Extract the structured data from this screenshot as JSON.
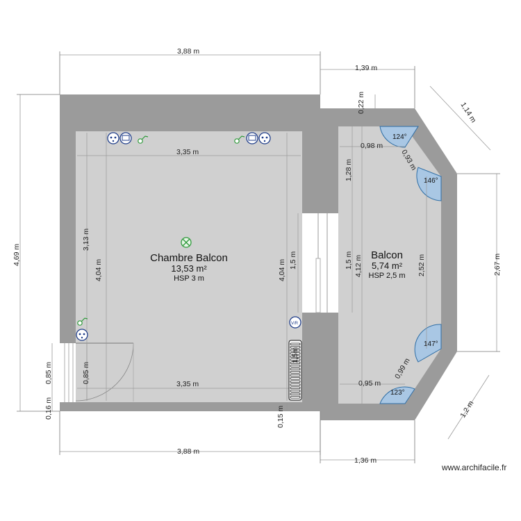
{
  "plan": {
    "rooms": [
      {
        "name": "Chambre Balcon",
        "area": "13,53 m²",
        "hsp": "HSP 3 m"
      },
      {
        "name": "Balcon",
        "area": "5,74 m²",
        "hsp": "HSP 2,5 m"
      }
    ],
    "dimensions": {
      "top_width": "3,88 m",
      "top_right_width": "1,39 m",
      "top_right_wall": "0,22 m",
      "diag_top_right": "1,14 m",
      "right_height": "2,67 m",
      "diag_bottom_right": "1,2 m",
      "bottom_right_width": "1,36 m",
      "bottom_width": "3,88 m",
      "bottom_wall": "0,15 m",
      "left_height": "4,69 m",
      "left_door": "0,85 m",
      "left_bottom_wall": "0,16 m",
      "room_top_width": "3,35 m",
      "room_bottom_width": "3,35 m",
      "room_left_upper": "3,13 m",
      "room_left_height": "4,04 m",
      "room_right_height": "4,04 m",
      "room_door_height": "1,5 m",
      "room_left_door": "0,85 m",
      "balcony_top": "1,28 m",
      "balcony_opening": "1,5 m",
      "balcony_height": "4,12 m",
      "balcony_right": "2,52 m",
      "balcony_top_width": "0,98 m",
      "balcony_diag_top": "0,93 m",
      "balcony_diag_bottom": "0,99 m",
      "balcony_bottom_width": "0,95 m",
      "radiator_label": "1,5m"
    },
    "angles": {
      "top": "124°",
      "top_right": "146°",
      "bottom_right": "147°",
      "bottom": "123°"
    },
    "symbols": {
      "outlet": "outlet-icon",
      "switch": "switch-icon",
      "rj45": "network-socket-icon",
      "ceiling_light": "ceiling-light-icon",
      "vmc": "ventilation-icon",
      "vmc_label": "V/R"
    }
  },
  "footer": {
    "brand": "www.archifacile.fr"
  }
}
